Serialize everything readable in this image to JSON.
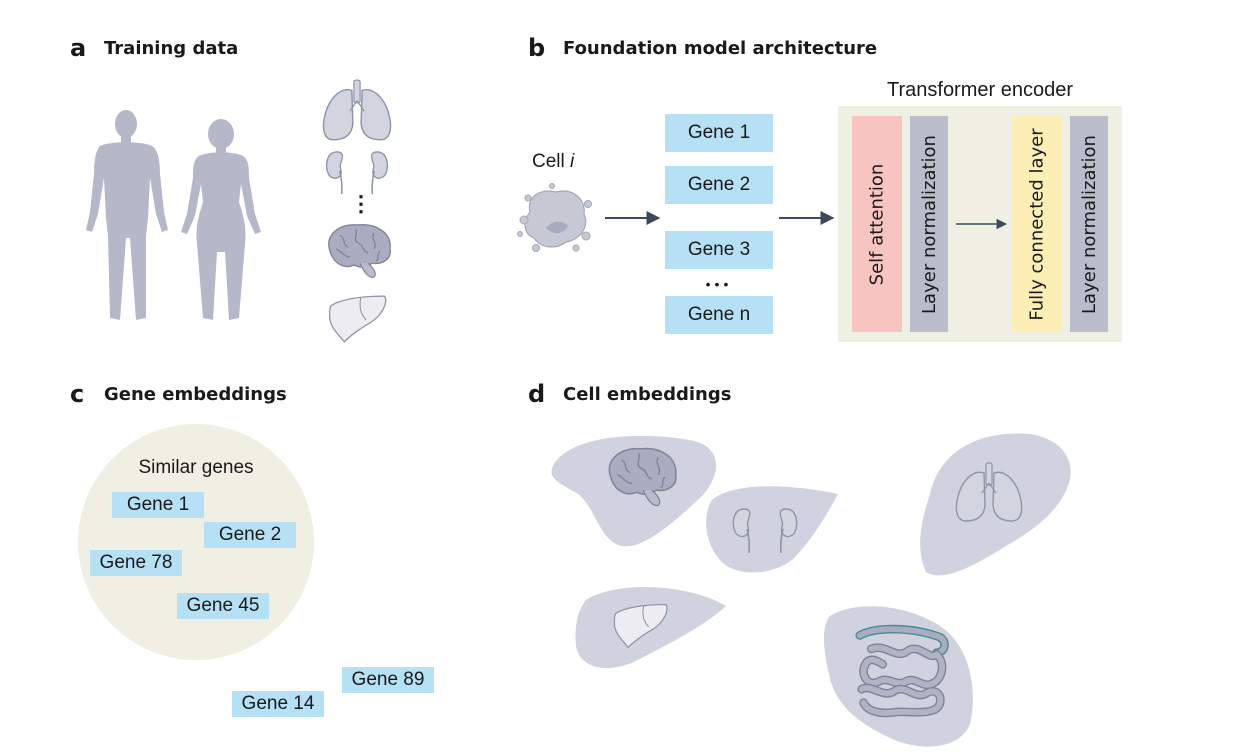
{
  "panels": {
    "a": {
      "letter": "a",
      "title": "Training data",
      "ellipsis": "⋮"
    },
    "b": {
      "letter": "b",
      "title": "Foundation model architecture",
      "cell_label": "Cell",
      "cell_index": "i",
      "genes": [
        "Gene 1",
        "Gene 2",
        "Gene 3",
        "Gene n"
      ],
      "genes_ellipsis": "•••",
      "encoder_title": "Transformer encoder",
      "layers": [
        "Self attention",
        "Layer normalization",
        "Fully connected layer",
        "Layer normalization"
      ]
    },
    "c": {
      "letter": "c",
      "title": "Gene embeddings",
      "cluster_label": "Similar genes",
      "cluster_genes": [
        "Gene 1",
        "Gene 2",
        "Gene 78",
        "Gene 45"
      ],
      "outlier_genes": [
        "Gene 89",
        "Gene 14"
      ]
    },
    "d": {
      "letter": "d",
      "title": "Cell embeddings"
    }
  },
  "colors": {
    "silhouette": "#b5b8c8",
    "organ": "#d2d5e0",
    "organ_stroke": "#8e93a8",
    "gene_box": "#b6e0f4",
    "encoder_bg": "#f0efe4",
    "self_attention": "#f6c4c1",
    "layer_norm": "#b9bccb",
    "fully_connected": "#fbefb6",
    "cluster_bg": "#f0efe4",
    "blob": "#d0d3df",
    "arrow": "#3b4a5e"
  },
  "icons": {
    "panel_a": [
      "male-silhouette-icon",
      "female-silhouette-icon",
      "lungs-icon",
      "kidneys-icon",
      "brain-icon",
      "liver-icon"
    ],
    "panel_b": [
      "cell-icon",
      "arrow-right-icon"
    ],
    "panel_d": [
      "brain-icon",
      "kidneys-icon",
      "lungs-icon",
      "liver-icon",
      "intestine-icon"
    ]
  }
}
